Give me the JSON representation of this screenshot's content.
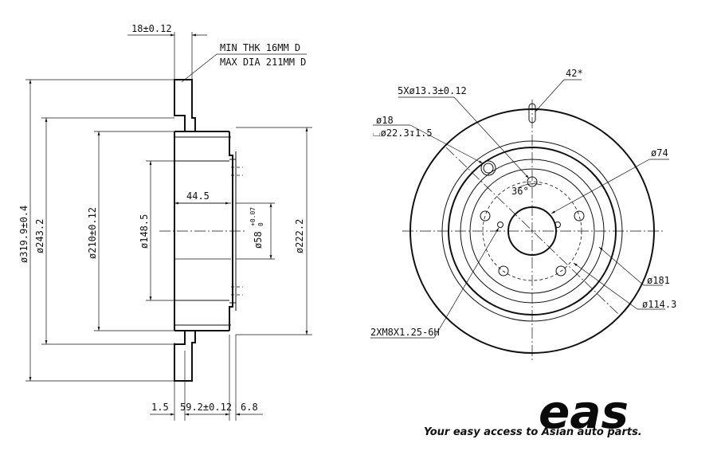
{
  "side_view": {
    "thickness": "18±0.12",
    "note_min_thk": "MIN THK 16MM D",
    "note_max_dia": "MAX DIA 211MM D",
    "outer_dia": "ø319.9±0.4",
    "dia_243": "ø243.2",
    "drum_dia": "ø210±0.12",
    "dia_148": "ø148.5",
    "hat_depth": "44.5",
    "center_bore_value": "ø58",
    "center_bore_tol_upper": "+0.07",
    "center_bore_tol_lower": "0",
    "dia_222": "ø222.2",
    "dim_1_5": "1.5",
    "height": "59.2±0.12",
    "dim_6_8": "6.8"
  },
  "front_view": {
    "stud_holes": "5Xø13.3±0.12",
    "hole_18": "ø18",
    "counterbore": "⌴ø22.3↧1.5",
    "slot_42": "42*",
    "angle_36": "36°",
    "dia_74": "ø74",
    "dia_181": "ø181",
    "pcd": "ø114.3",
    "threads": "2XM8X1.25-6H"
  },
  "brand": {
    "logo_alt": "eas",
    "tagline": "Your easy access to Asian auto parts."
  }
}
